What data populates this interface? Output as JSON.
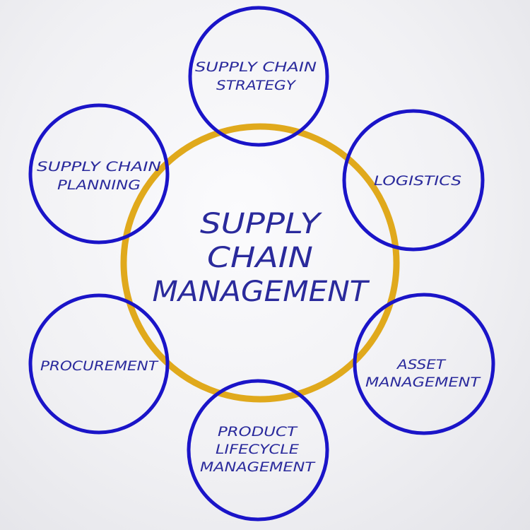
{
  "center": {
    "lines": [
      "SUPPLY",
      "CHAIN",
      "MANAGEMENT"
    ]
  },
  "nodes": [
    {
      "id": "strategy",
      "lines": [
        "SUPPLY CHAIN",
        "STRATEGY"
      ]
    },
    {
      "id": "logistics",
      "lines": [
        "LOGISTICS"
      ]
    },
    {
      "id": "asset-management",
      "lines": [
        "ASSET",
        "MANAGEMENT"
      ]
    },
    {
      "id": "product-lifecycle-management",
      "lines": [
        "PRODUCT",
        "LIFECYCLE",
        "MANAGEMENT"
      ]
    },
    {
      "id": "procurement",
      "lines": [
        "PROCUREMENT"
      ]
    },
    {
      "id": "planning",
      "lines": [
        "SUPPLY CHAIN",
        "PLANNING"
      ]
    }
  ],
  "colors": {
    "node_stroke": "#1a14c8",
    "center_stroke": "#e0a91c",
    "text": "#2a2a9c"
  }
}
